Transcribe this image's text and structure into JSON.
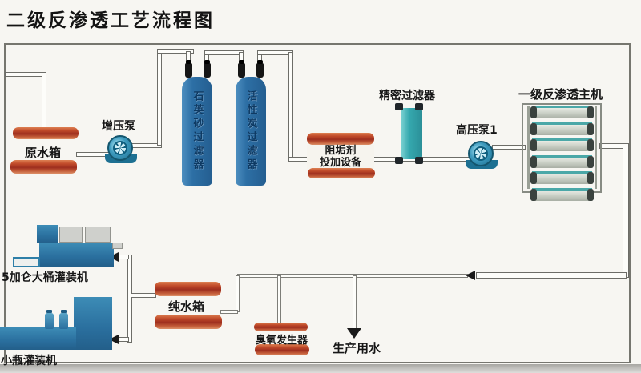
{
  "title": "二级反渗透工艺流程图",
  "colors": {
    "tank_red": "#b03a24",
    "tank_blue": "#2d6fa5",
    "pump_blue": "#1d7092",
    "filter_teal": "#35a8ae",
    "membrane_gray": "#c3c9bf",
    "pipe_outline": "#6d6d68",
    "background": "#f7f6f2"
  },
  "components": {
    "raw_water_tank": {
      "label": "原水箱"
    },
    "booster_pump": {
      "label": "增压泵"
    },
    "quartz_sand_filter": {
      "label": "石英砂过滤器"
    },
    "activated_carbon_filter": {
      "label": "活性炭过滤器"
    },
    "antiscalant_doser": {
      "label_line1": "阻垢剂",
      "label_line2": "投加设备"
    },
    "precision_filter": {
      "label": "精密过滤器"
    },
    "high_pressure_pump": {
      "label": "高压泵1"
    },
    "ro_unit": {
      "label": "一级反渗透主机"
    },
    "pure_water_tank": {
      "label": "纯水箱"
    },
    "ozone_generator": {
      "label": "臭氧发生器"
    },
    "production_water": {
      "label": "生产用水"
    },
    "five_gallon_filler": {
      "label": "5加仑大桶灌装机"
    },
    "bottle_filler": {
      "label": "小瓶灌装机"
    }
  }
}
